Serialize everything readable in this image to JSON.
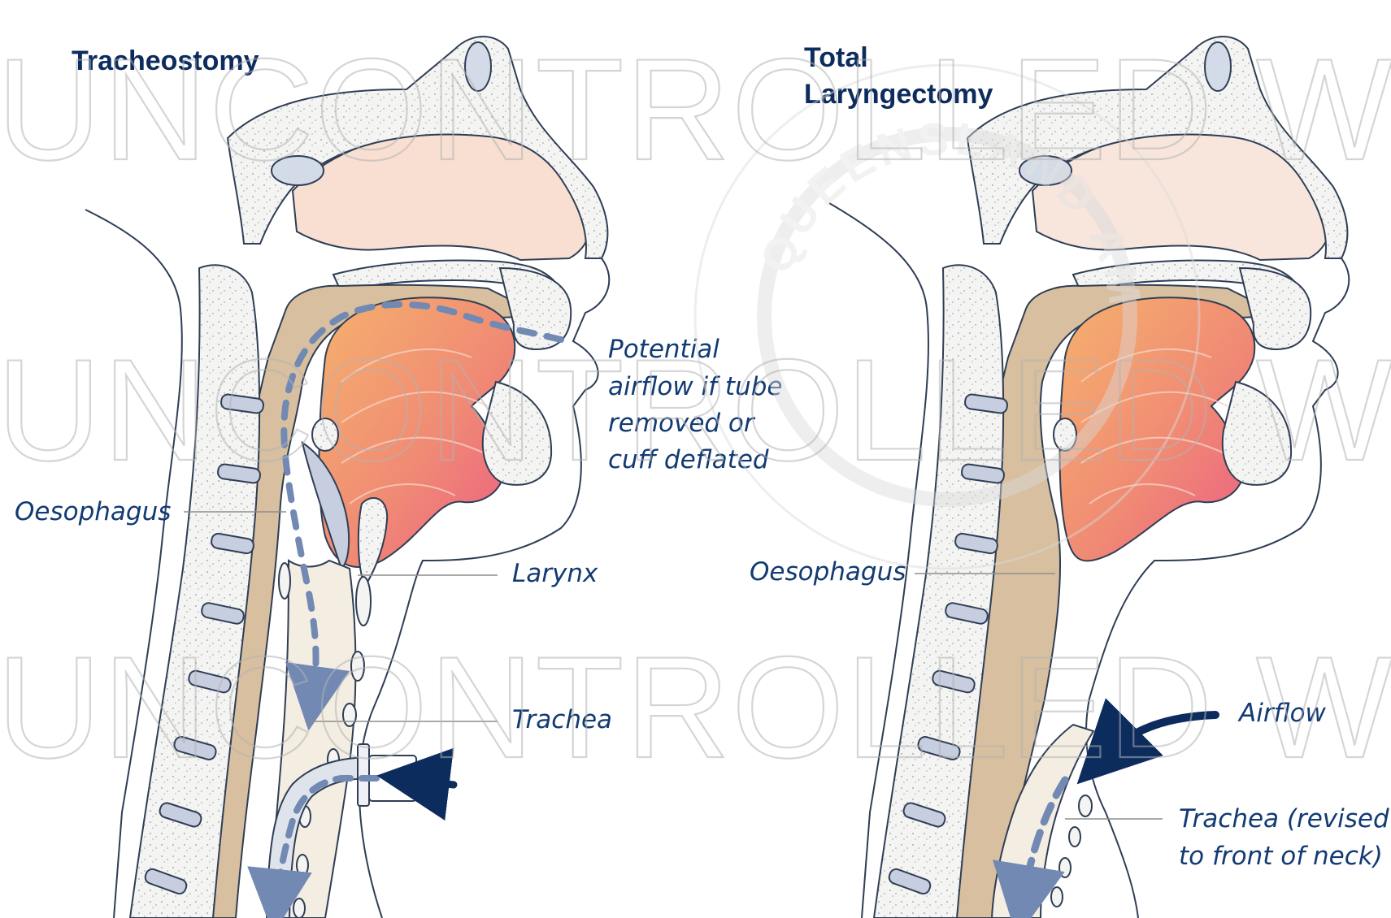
{
  "panels": {
    "left": {
      "title": "Tracheostomy",
      "labels": {
        "potential_airflow": [
          "Potential",
          "airflow if tube",
          "removed or",
          "cuff deflated"
        ],
        "oesophagus": "Oesophagus",
        "larynx": "Larynx",
        "trachea": "Trachea"
      }
    },
    "right": {
      "title": [
        "Total",
        "Laryngectomy"
      ],
      "labels": {
        "oesophagus": "Oesophagus",
        "airflow": "Airflow",
        "trachea_revised": [
          "Trachea (revised",
          "to front of neck)"
        ]
      }
    }
  },
  "watermark": {
    "text": "UNCONTROLLED WHEN PRINTED",
    "seal_text": "QUEENSLAND AMBULANCE SERVICE"
  },
  "colors": {
    "title": "#0d2c5e",
    "label": "#123a73",
    "arrow_light": "#7189b3",
    "arrow_dark": "#0d2c5e",
    "tissue": "#d7bf9f",
    "bone_fill": "#f3f4f2",
    "disc": "#c7cedf",
    "muscle_pink": "#ee6a86",
    "muscle_orange": "#f3a56a",
    "nasal": "#f8dfd2",
    "leader": "#8d8d8d",
    "outline": "#2f3e55"
  }
}
